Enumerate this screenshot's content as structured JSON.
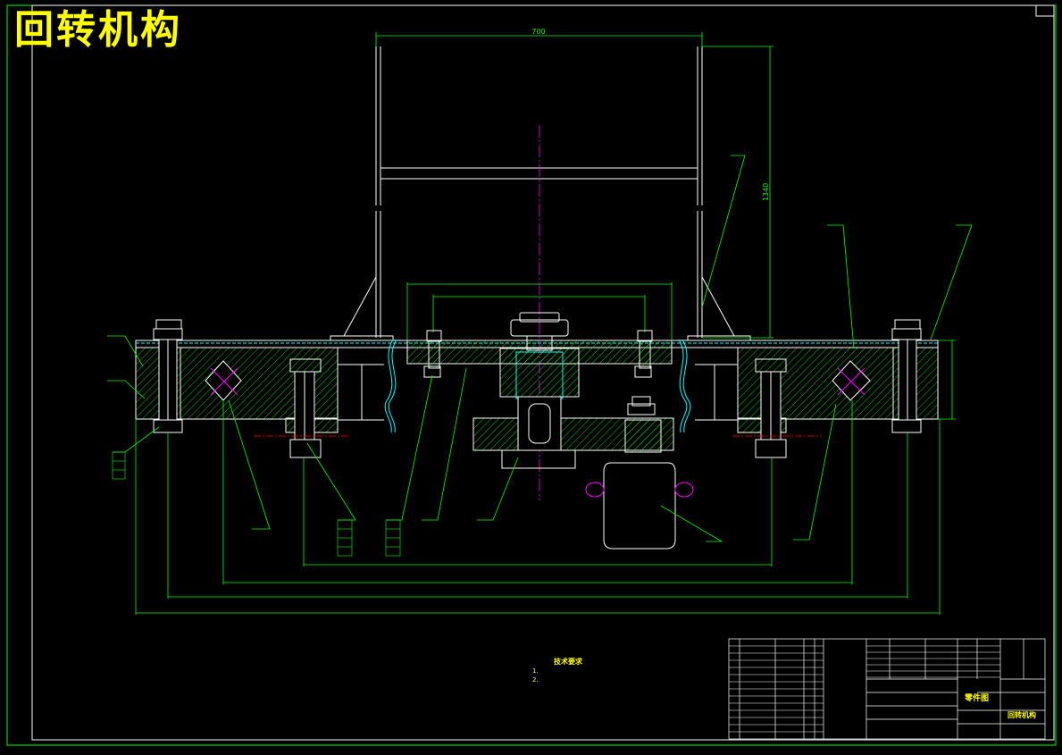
{
  "drawing_title": "回转机构",
  "dimensions": {
    "top_width": "700",
    "height": "1340"
  },
  "tech_requirements": {
    "title": "技术要求",
    "items": [
      "1.",
      "2."
    ]
  },
  "title_block": {
    "part_drawing_label": "零件图",
    "assembly_name": "回转机构"
  },
  "colors": {
    "frame": "#00ff00",
    "outline": "#ffffff",
    "hatch": "#00ff00",
    "centerline": "#ff00ff",
    "cyan": "#00ffff",
    "red": "#ff0000",
    "text": "#ffff00"
  }
}
